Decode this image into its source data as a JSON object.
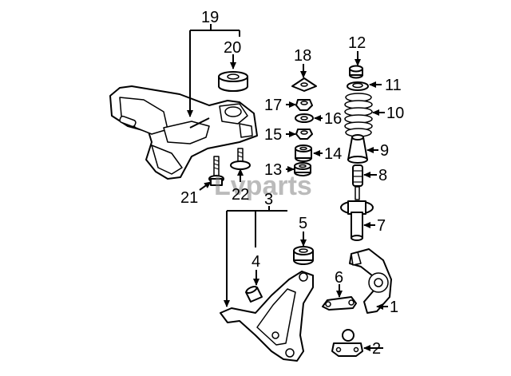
{
  "watermark": "Lvparts",
  "callouts": [
    "1",
    "2",
    "3",
    "4",
    "5",
    "6",
    "7",
    "8",
    "9",
    "10",
    "11",
    "12",
    "13",
    "14",
    "15",
    "16",
    "17",
    "18",
    "19",
    "20",
    "21",
    "22"
  ]
}
